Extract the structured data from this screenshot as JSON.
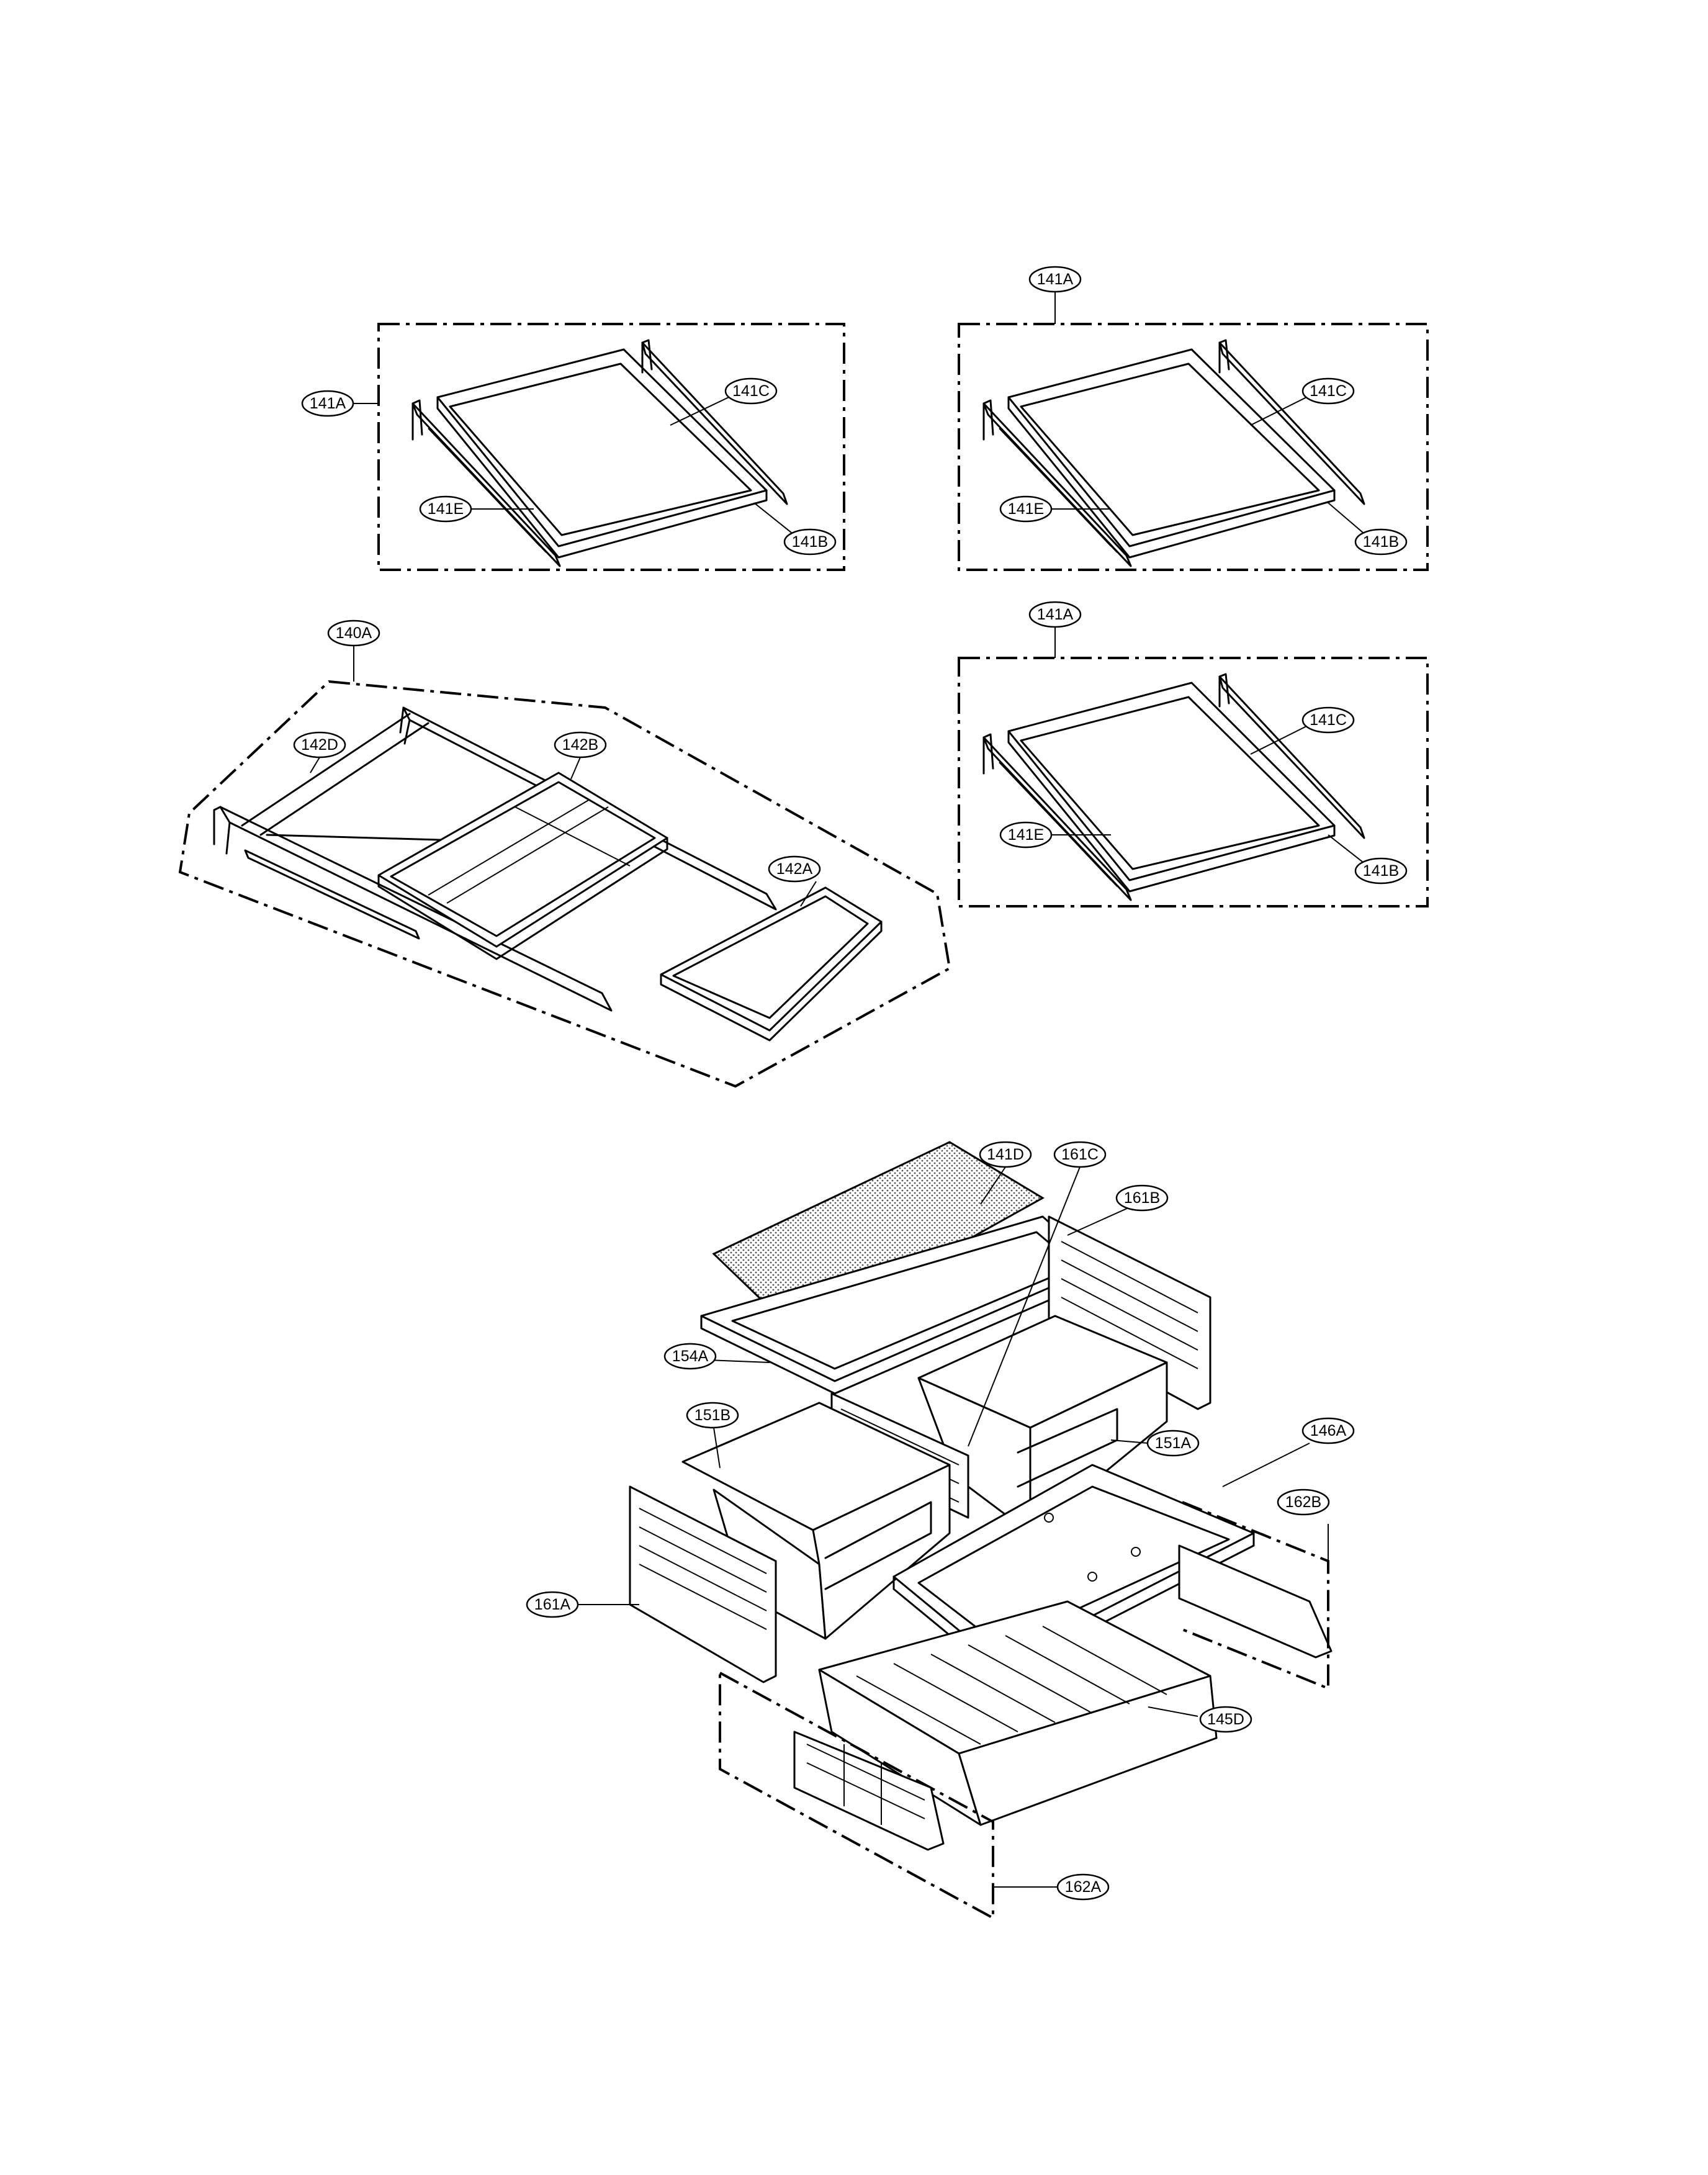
{
  "callouts": {
    "g1_141A": "141A",
    "g1_141C": "141C",
    "g1_141E": "141E",
    "g1_141B": "141B",
    "g2_141A": "141A",
    "g2_141C": "141C",
    "g2_141E": "141E",
    "g2_141B": "141B",
    "g3_141A": "141A",
    "g3_141C": "141C",
    "g3_141E": "141E",
    "g3_141B": "141B",
    "g4_140A": "140A",
    "g4_142D": "142D",
    "g4_142B": "142B",
    "g4_142A": "142A",
    "g5_141D": "141D",
    "g5_161C": "161C",
    "g5_161B": "161B",
    "g5_154A": "154A",
    "g5_151B": "151B",
    "g5_151A": "151A",
    "g5_146A": "146A",
    "g5_162B": "162B",
    "g5_161A": "161A",
    "g5_145D": "145D",
    "g5_162A": "162A"
  }
}
